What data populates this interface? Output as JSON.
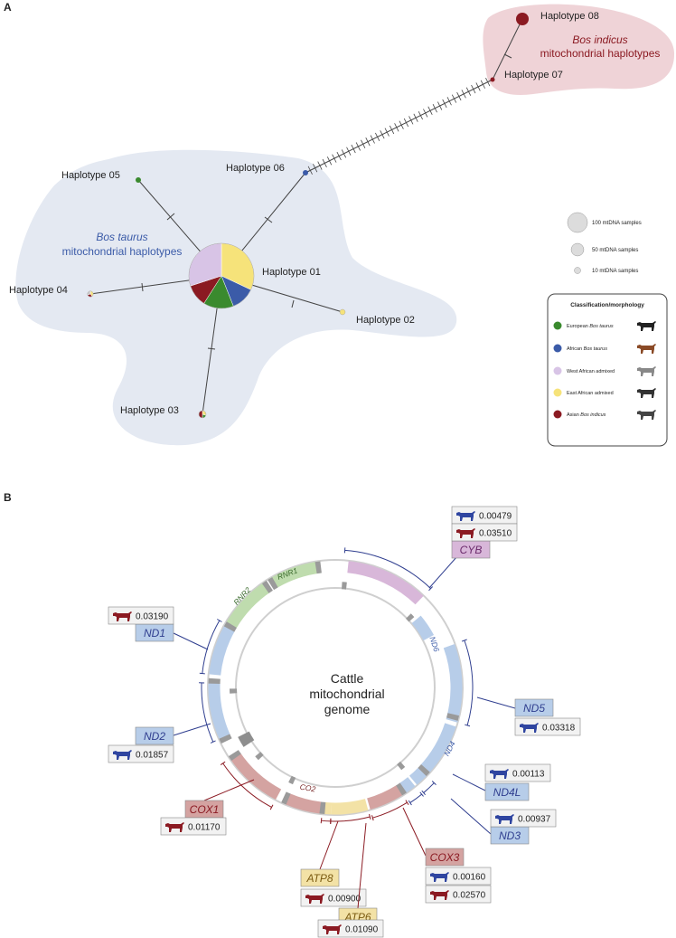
{
  "panels": {
    "a": "A",
    "b": "B"
  },
  "network": {
    "region_taurus": {
      "line1": "Bos taurus",
      "line2": "mitochondrial haplotypes"
    },
    "region_indicus": {
      "line1": "Bos indicus",
      "line2": "mitochondrial haplotypes"
    },
    "haplotypes": [
      {
        "id": "h01",
        "label": "Haplotype 01"
      },
      {
        "id": "h02",
        "label": "Haplotype 02"
      },
      {
        "id": "h03",
        "label": "Haplotype 03"
      },
      {
        "id": "h04",
        "label": "Haplotype 04"
      },
      {
        "id": "h05",
        "label": "Haplotype 05"
      },
      {
        "id": "h06",
        "label": "Haplotype 06"
      },
      {
        "id": "h07",
        "label": "Haplotype 07"
      },
      {
        "id": "h08",
        "label": "Haplotype 08"
      }
    ],
    "size_legend": [
      "100 mtDNA samples",
      "50 mtDNA samples",
      "10 mtDNA samples"
    ],
    "class_legend": {
      "title": "Classification/morphology",
      "items": [
        {
          "prefix": "European ",
          "italic": "Bos taurus",
          "color": "#3a8a2e"
        },
        {
          "prefix": "African ",
          "italic": "Bos taurus",
          "color": "#3b5ba8"
        },
        {
          "prefix": "West African admixed",
          "italic": "",
          "color": "#d8c4e6"
        },
        {
          "prefix": "East African admixed",
          "italic": "",
          "color": "#f6e37a"
        },
        {
          "prefix": "Asian ",
          "italic": "Bos indicus",
          "color": "#8b1a22"
        }
      ]
    }
  },
  "genome": {
    "center": [
      "Cattle",
      "mitochondrial",
      "genome"
    ],
    "segments": {
      "rnr1": "RNR1",
      "rnr2": "RNR2",
      "nd6": "ND6",
      "nd4": "ND4",
      "co2": "CO2"
    },
    "genes": [
      {
        "gene": "CYB",
        "values": [
          {
            "animal": "taurus",
            "value": "0.00479"
          },
          {
            "animal": "indicus",
            "value": "0.03510"
          }
        ]
      },
      {
        "gene": "ND1",
        "values": [
          {
            "animal": "indicus",
            "value": "0.03190"
          }
        ]
      },
      {
        "gene": "ND5",
        "values": [
          {
            "animal": "taurus",
            "value": "0.03318"
          }
        ]
      },
      {
        "gene": "ND2",
        "values": [
          {
            "animal": "taurus",
            "value": "0.01857"
          }
        ]
      },
      {
        "gene": "ND4L",
        "values": [
          {
            "animal": "taurus",
            "value": "0.00113"
          }
        ]
      },
      {
        "gene": "ND3",
        "values": [
          {
            "animal": "taurus",
            "value": "0.00937"
          }
        ]
      },
      {
        "gene": "COX3",
        "values": [
          {
            "animal": "taurus",
            "value": "0.00160"
          },
          {
            "animal": "indicus",
            "value": "0.02570"
          }
        ]
      },
      {
        "gene": "COX1",
        "values": [
          {
            "animal": "indicus",
            "value": "0.01170"
          }
        ]
      },
      {
        "gene": "ATP8",
        "values": [
          {
            "animal": "indicus",
            "value": "0.00900"
          }
        ]
      },
      {
        "gene": "ATP6",
        "values": [
          {
            "animal": "indicus",
            "value": "0.01090"
          }
        ]
      }
    ]
  },
  "colors": {
    "taurus_bg": "#e4e9f2",
    "indicus_bg": "#efd3d7",
    "european": "#3a8a2e",
    "african": "#3b5ba8",
    "west": "#d8c4e6",
    "east": "#f6e37a",
    "asian": "#8b1a22",
    "nd_blue": "#b7cde9",
    "cox_red": "#d4a3a1",
    "atp_yellow": "#f3e2a6",
    "cyb_purple": "#d8b7d9",
    "rnr_green": "#bfdcae"
  }
}
